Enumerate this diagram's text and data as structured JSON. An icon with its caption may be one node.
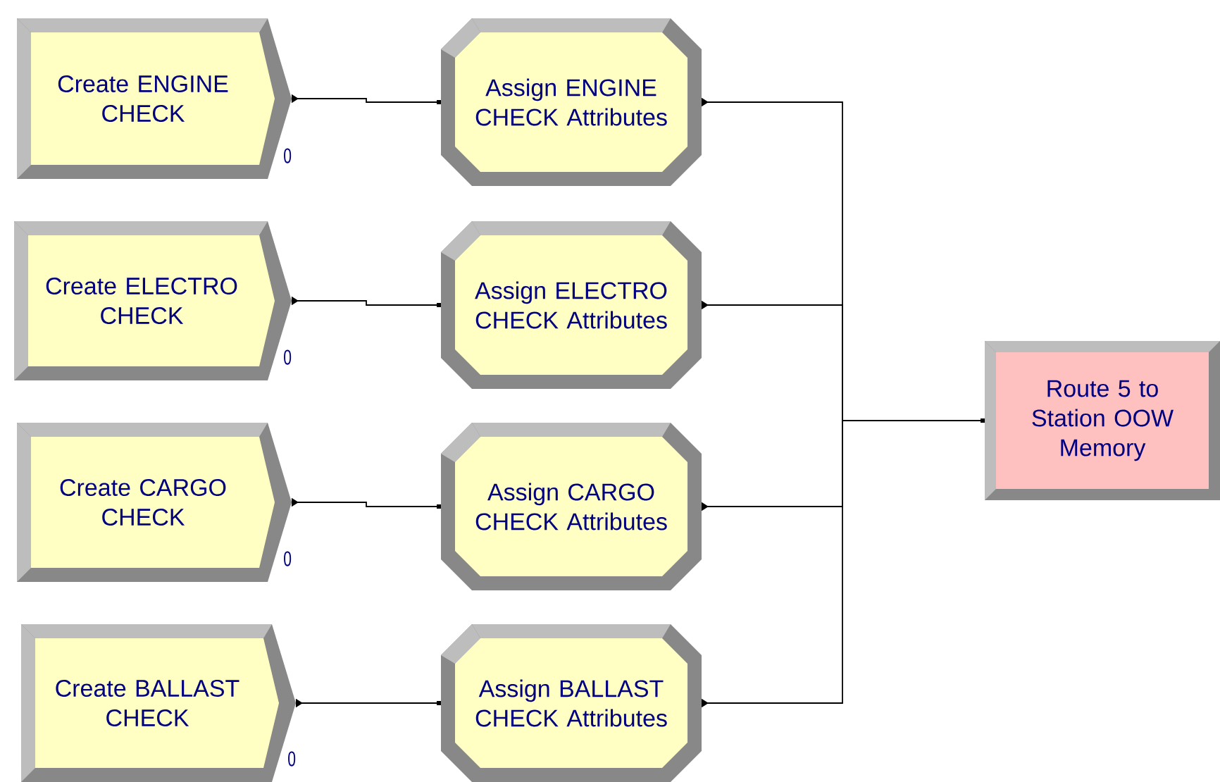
{
  "diagram": {
    "nodes": [
      {
        "text": [
          "Create ENGINE CHECK"
        ],
        "beside": [
          "0"
        ]
      },
      {
        "text": [
          "Create ELECTRO CHECK"
        ],
        "beside": [
          "0"
        ]
      },
      {
        "text": [
          "Create CARGO CHECK"
        ],
        "beside": [
          "0"
        ]
      },
      {
        "text": [
          "Create BALLAST CHECK"
        ],
        "beside": [
          "0"
        ]
      },
      {
        "text": [
          "Assign ENGINE CHECK Attributes"
        ]
      },
      {
        "text": [
          "Assign ELECTRO CHECK Attributes"
        ]
      },
      {
        "text": [
          "Assign CARGO CHECK Attributes"
        ]
      },
      {
        "text": [
          "Assign BALLAST CHECK Attributes"
        ]
      },
      {
        "text": [
          "Route 5 to Station OOW Memory"
        ]
      }
    ],
    "edges": [
      {
        "from": 0,
        "to": 4,
        "arrow": "to"
      },
      {
        "from": 1,
        "to": 5,
        "arrow": "to"
      },
      {
        "from": 2,
        "to": 6,
        "arrow": "to"
      },
      {
        "from": 3,
        "to": 7,
        "arrow": "to"
      },
      {
        "from": 4,
        "to": 8,
        "arrow": "to"
      },
      {
        "from": 5,
        "to": 8,
        "arrow": "to"
      },
      {
        "from": 6,
        "to": 8,
        "arrow": "to"
      },
      {
        "from": 7,
        "to": 8,
        "arrow": "to"
      }
    ]
  }
}
